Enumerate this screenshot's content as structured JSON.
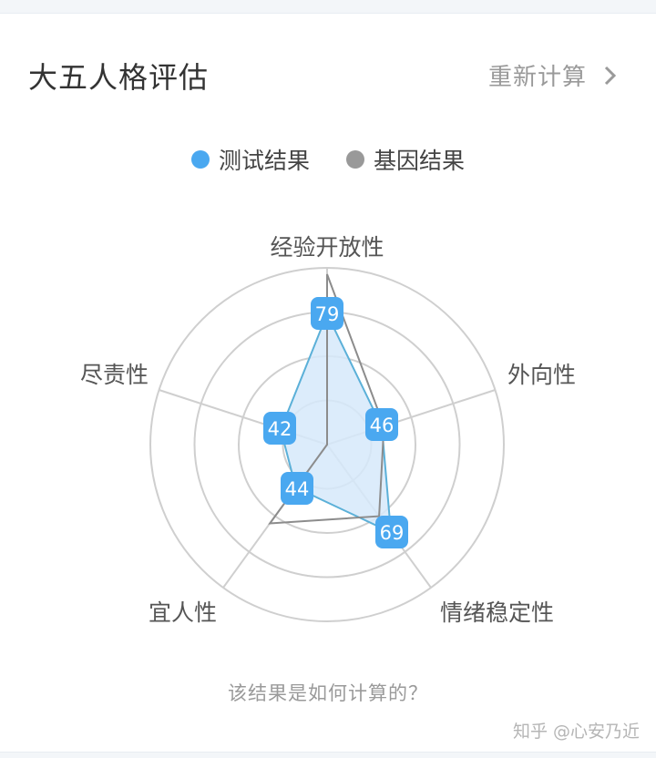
{
  "card": {
    "title": "大五人格评估",
    "recalc_label": "重新计算",
    "recalc_icon": "chevron-right-icon",
    "footer_link": "该结果是如何计算的？",
    "watermark": "知乎 @心安乃近"
  },
  "legend": [
    {
      "label": "测试结果",
      "color": "#4aa8f0"
    },
    {
      "label": "基因结果",
      "color": "#999999"
    }
  ],
  "colors": {
    "test_line": "#5bb0d8",
    "test_fill": "#d6e9fa",
    "badge": "#4aa8f0",
    "gene_line": "#8c8c8c",
    "grid": "#cfcfcf"
  },
  "chart_data": {
    "type": "radar",
    "title": "大五人格评估",
    "axes": [
      "经验开放性",
      "外向性",
      "情绪稳定性",
      "宜人性",
      "尽责性"
    ],
    "range": [
      20,
      100
    ],
    "rings": 4,
    "series": [
      {
        "name": "测试结果",
        "values": [
          79,
          46,
          69,
          44,
          42
        ],
        "labels_shown": true
      },
      {
        "name": "基因结果",
        "values": [
          97,
          47,
          60,
          64,
          20
        ],
        "labels_shown": false
      }
    ],
    "legend_position": "top"
  }
}
